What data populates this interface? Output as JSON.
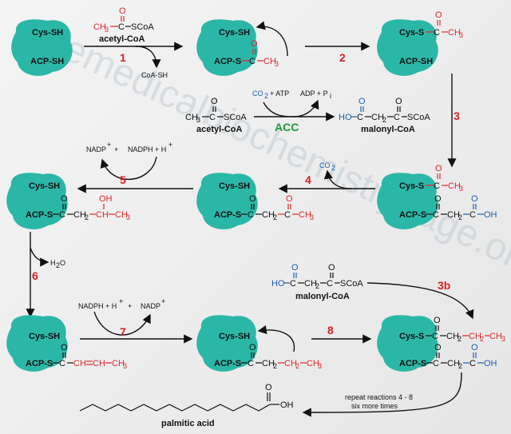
{
  "labels": {
    "cys_sh": "Cys-SH",
    "acp_sh": "ACP-SH",
    "cys_s": "Cys-S",
    "acp_s": "ACP-S",
    "ch3": "CH",
    "ch2": "CH",
    "sub3": "3",
    "sub2": "2",
    "o": "O",
    "oh": "OH",
    "ho": "HO",
    "scoa": "SCoA",
    "acetyl_coa": "acetyl-CoA",
    "malonyl_coa": "malonyl-CoA",
    "coa_sh": "CoA-SH",
    "co2": "CO",
    "atp": "+ ATP",
    "adp": "ADP + P",
    "adp_sub": "i",
    "acc": "ACC",
    "nadp": "NADP",
    "nadph": "NADPH + H",
    "plus": "+",
    "plus_sign": "+",
    "h2o": "H",
    "h2o_o": "O",
    "repeat_line1": "repeat reactions 4 - 8",
    "repeat_line2": "six more times",
    "palmitic_acid": "palmitic acid",
    "watermark": "themedicalbiochemistrypage.org"
  },
  "steps": {
    "s1": "1",
    "s2": "2",
    "s3": "3",
    "s3b": "3b",
    "s4": "4",
    "s5": "5",
    "s6": "6",
    "s7": "7",
    "s8": "8"
  },
  "colors": {
    "enzyme": "#2bb7a8",
    "step": "#d81f26",
    "acetyl": "#e0262a",
    "malonyl": "#1f5fb3",
    "acc": "#1e9a3e"
  }
}
